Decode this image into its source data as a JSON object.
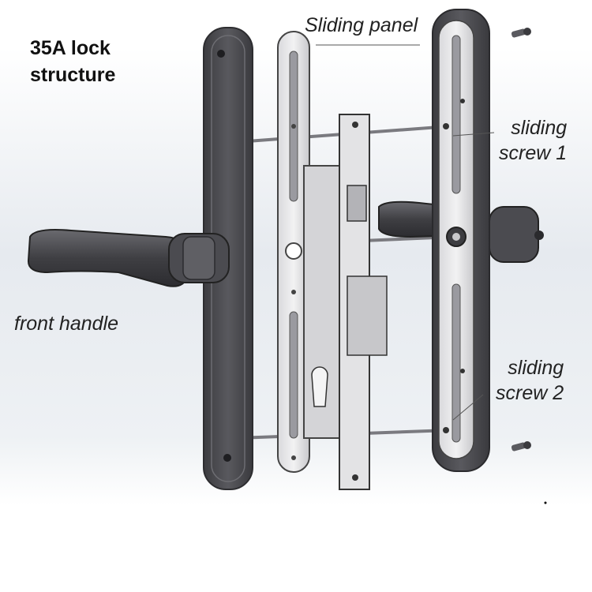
{
  "title": {
    "line1": "35A lock",
    "line2": "structure"
  },
  "labels": {
    "sliding_panel": "Sliding panel",
    "front_handle": "front handle",
    "sliding_screw_1": {
      "line1": "sliding",
      "line2": "screw 1"
    },
    "sliding_screw_2": {
      "line1": "sliding",
      "line2": "screw 2"
    }
  },
  "colors": {
    "background": "#ffffff",
    "part_dark": "#4a4a4e",
    "part_mid": "#6e6e73",
    "part_light": "#b9b9bd",
    "shadow_bg": "#e9edf2",
    "leader_line": "#555555"
  }
}
